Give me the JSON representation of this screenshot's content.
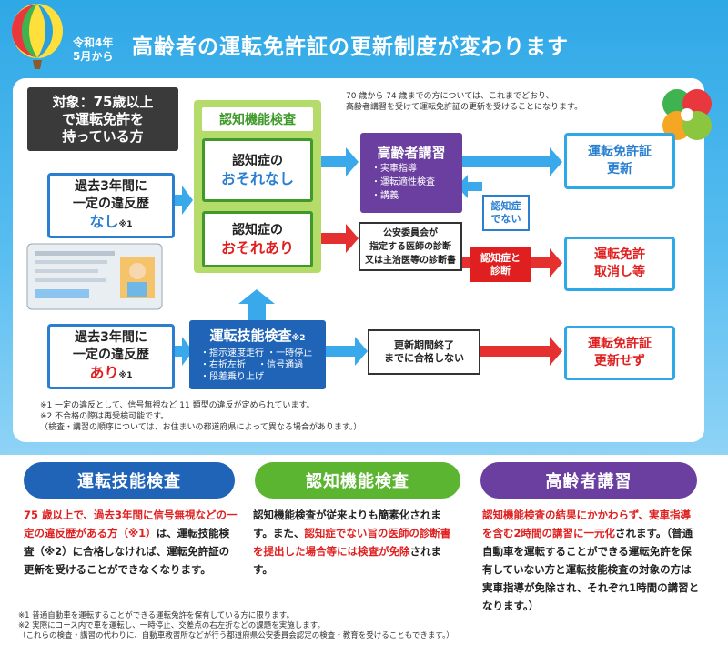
{
  "header": {
    "reiwa": "令和4年",
    "month": "5月から",
    "title": "高齢者の運転免許証の更新制度が変わります"
  },
  "target": {
    "line1": "対象：75歳以上",
    "line2": "で運転免許を",
    "line3": "持っている方"
  },
  "violation_none": {
    "line1": "過去3年間に",
    "line2": "一定の違反歴",
    "accent": "なし",
    "mark": "※1"
  },
  "violation_yes": {
    "line1": "過去3年間に",
    "line2": "一定の違反歴",
    "accent": "あり",
    "mark": "※1"
  },
  "cognitive": {
    "title": "認知機能検査",
    "no_risk": {
      "line1": "認知症の",
      "accent": "おそれなし"
    },
    "risk": {
      "line1": "認知症の",
      "accent": "おそれあり"
    }
  },
  "note_70_74": {
    "line1": "70 歳から 74 歳までの方については、これまでどおり、",
    "line2": "高齢者講習を受けて運転免許証の更新を受けることになります。"
  },
  "lecture": {
    "title": "高齢者講習",
    "items": [
      "・実車指導",
      "・運転適性検査",
      "・講義"
    ]
  },
  "diagnosis": {
    "line1": "公安委員会が",
    "line2": "指定する医師の診断",
    "line3": "又は主治医等の診断書"
  },
  "not_dementia": {
    "line1": "認知症",
    "line2": "でない"
  },
  "dementia": {
    "line1": "認知症と",
    "line2": "診断"
  },
  "results": {
    "renew": {
      "line1": "運転免許証",
      "line2": "更新"
    },
    "revoke": {
      "line1": "運転免許",
      "line2": "取消し等"
    },
    "no_renew": {
      "line1": "運転免許証",
      "line2": "更新せず"
    }
  },
  "driving_test": {
    "title": "運転技能検査",
    "mark": "※2",
    "items": [
      "・指示速度走行 ・一時停止",
      "・右折左折　 ・信号通過",
      "・段差乗り上げ"
    ]
  },
  "fail": {
    "line1": "更新期間終了",
    "line2": "までに合格しない"
  },
  "notes": {
    "n1": "※1 一定の違反として、信号無視など 11 類型の違反が定められています。",
    "n2": "※2 不合格の際は再受検可能です。",
    "n3": "（検査・講習の順序については、お住まいの都道府県によって異なる場合があります。）"
  },
  "sections": {
    "driving": {
      "head": "運転技能検査",
      "red": "75 歳以上で、過去3年間に信号無視などの一定の違反歴がある方（※1）",
      "text": "は、運転技能検査（※2）に合格しなければ、運転免許証の更新を受けることができなくなります。"
    },
    "cognitive": {
      "head": "認知機能検査",
      "text1": "認知機能検査が従来よりも簡素化されます。また、",
      "red": "認知症でない旨の医師の診断書を提出した場合等には検査が免除",
      "text2": "されます。"
    },
    "lecture": {
      "head": "高齢者講習",
      "red": "認知機能検査の結果にかかわらず、実車指導を含む2時間の講習に一元化",
      "text": "されます。（普通自動車を運転することができる運転免許を保有していない方と運転技能検査の対象の方は実車指導が免除され、それぞれ1時間の講習となります。）"
    }
  },
  "footnotes": {
    "f1": "※1 普通自動車を運転することができる運転免許を保有している方に限ります。",
    "f2": "※2 実際にコース内で車を運転し、一時停止、交差点の右左折などの課題を実施します。",
    "f3": "（これらの検査・講習の代わりに、自動車教習所などが行う都道府県公安委員会認定の検査・教育を受けることもできます。）"
  },
  "colors": {
    "blue": "#2a7fd0",
    "red": "#e02020",
    "green": "#3f9a2a",
    "purple": "#6a3fa0",
    "sky": "#2ea8e6"
  }
}
